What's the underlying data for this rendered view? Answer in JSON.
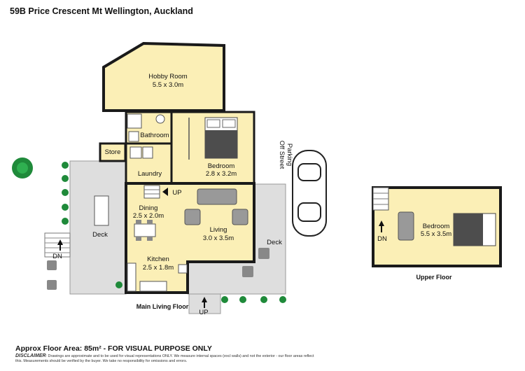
{
  "header": {
    "address": "59B Price Crescent Mt Wellington, Auckland"
  },
  "rooms": {
    "hobby_room": {
      "name": "Hobby Room",
      "size": "5.5 x 3.0m"
    },
    "bathroom": {
      "name": "Bathroom"
    },
    "store": {
      "name": "Store"
    },
    "laundry": {
      "name": "Laundry"
    },
    "bedroom_main": {
      "name": "Bedroom",
      "size": "2.8 x 3.2m"
    },
    "dining": {
      "name": "Dining",
      "size": "2.5 x 2.0m"
    },
    "living": {
      "name": "Living",
      "size": "3.0 x 3.5m"
    },
    "kitchen": {
      "name": "Kitchen",
      "size": "2.5 x 1.8m"
    },
    "deck_left": {
      "name": "Deck"
    },
    "deck_right": {
      "name": "Deck"
    },
    "bedroom_upper": {
      "name": "Bedroom",
      "size": "5.5 x 3.5m"
    }
  },
  "markers": {
    "up_stairs": "UP",
    "dn_deck": "DN",
    "up_entry": "UP",
    "dn_upper": "DN"
  },
  "parking": {
    "line1": "Off Street",
    "line2": "Parking"
  },
  "floors": {
    "main": "Main Living Floor",
    "upper": "Upper  Floor"
  },
  "footer": {
    "area": "Approx Floor Area: 85m² - FOR VISUAL PURPOSE ONLY",
    "disclaimer_heading": "DISCLAIMER",
    "disclaimer_text": ": Drawings are approximate and to be used for visual representations ONLY. We measure internal spaces (excl walls) and not the exterior - our floor areas reflect this. Measurements should be verified by the buyer. We take no responsibility for omissions and errors."
  },
  "colors": {
    "room_fill": "#fbefb6",
    "wall": "#1a1a1a",
    "deck_fill": "#dedede",
    "plant_green": "#1f8a3a"
  }
}
